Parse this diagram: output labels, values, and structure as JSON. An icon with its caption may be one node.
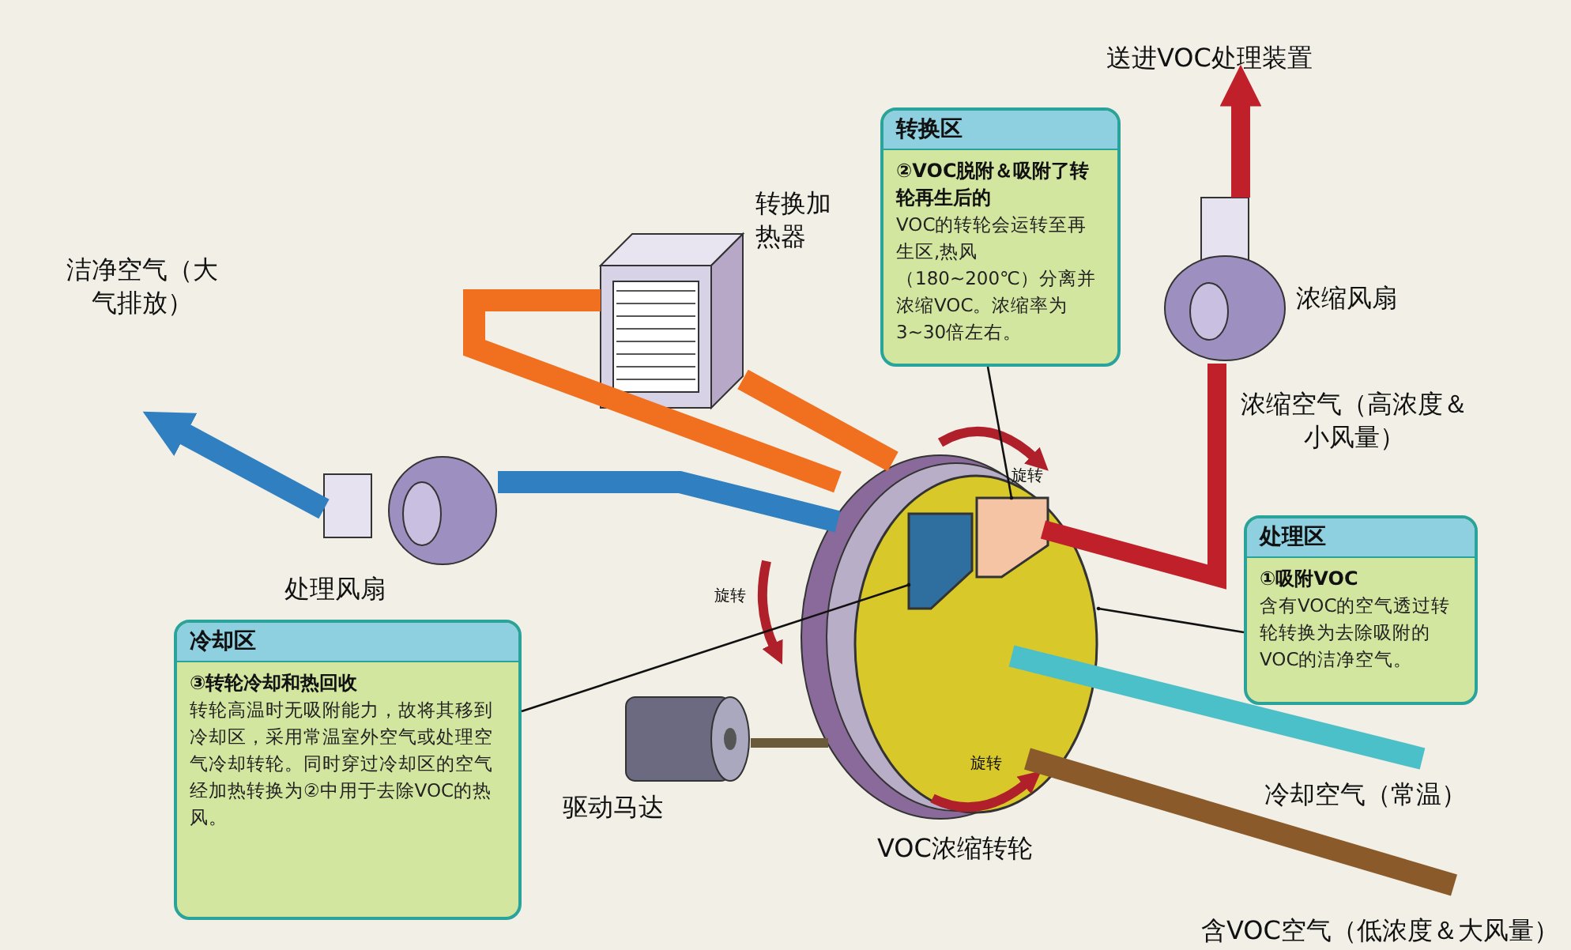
{
  "diagram": {
    "nodes": [
      {
        "text": [],
        "shape": "picture",
        "beside": [
          "转换加热器"
        ]
      },
      {
        "text": [
          "转换区",
          "②VOC脱附＆吸附了转轮再生后的",
          "VOC的转轮会运转至再生区,热风（180~200℃）分离并浓缩VOC。浓缩率为3~30倍左右。"
        ]
      },
      {
        "text": [],
        "shape": "picture",
        "beside": [
          "浓缩风扇"
        ]
      },
      {
        "text": [],
        "shape": "picture",
        "beside": [
          "处理风扇"
        ]
      },
      {
        "text": [],
        "shape": "picture",
        "beside": [
          "VOC浓缩转轮"
        ]
      },
      {
        "text": [],
        "shape": "disc",
        "in": 4
      },
      {
        "text": [],
        "shape": "sector",
        "in": 5
      },
      {
        "text": [],
        "shape": "sector",
        "in": 5
      },
      {
        "text": [
          "处理区",
          "①吸附VOC",
          "含有VOC的空气透过转轮转换为去除吸附的VOC的洁净空气。"
        ]
      },
      {
        "text": [
          "冷却区",
          "③转轮冷却和热回收",
          "转轮高温时无吸附能力，故将其移到冷却区，采用常温室外空气或处理空气冷却转轮。同时穿过冷却区的空气经加热转换为②中用于去除VOC的热风。"
        ]
      },
      {
        "text": [],
        "shape": "cylinder",
        "beside": [
          "驱动马达"
        ]
      }
    ],
    "edges": [
      {
        "from": 4,
        "to": 3,
        "arrow": "none",
        "color": "#2f7fc1"
      },
      {
        "from": 3,
        "to": null,
        "arrow": "to",
        "label": "洁净空气（大气排放）",
        "color": "#2f7fc1"
      },
      {
        "from": null,
        "to": 4,
        "arrow": "none",
        "label": "含VOC空气（低浓度＆大风量）",
        "color": "#8b5a2b"
      },
      {
        "from": null,
        "to": 4,
        "arrow": "none",
        "label": "冷却空气（常温）",
        "color": "#4cc0c8"
      },
      {
        "from": 4,
        "to": 0,
        "arrow": "none",
        "color": "#f07020"
      },
      {
        "from": 0,
        "to": 4,
        "arrow": "none",
        "color": "#f07020"
      },
      {
        "from": 4,
        "to": 2,
        "arrow": "none",
        "label": "浓缩空气（高浓度＆小风量）",
        "color": "#c0202a"
      },
      {
        "from": 2,
        "to": null,
        "arrow": "to",
        "label": "送进VOC处理装置",
        "color": "#c0202a"
      },
      {
        "from": 10,
        "to": 4,
        "arrow": "none",
        "color": "#6b5a3a"
      },
      {
        "from": 1,
        "to": 7,
        "arrow": "other",
        "color": "#111111"
      },
      {
        "from": 8,
        "to": 5,
        "arrow": "other",
        "color": "#111111"
      },
      {
        "from": 9,
        "to": 6,
        "arrow": "other",
        "color": "#111111"
      }
    ],
    "labels": [
      "旋转",
      "旋转",
      "旋转"
    ]
  }
}
